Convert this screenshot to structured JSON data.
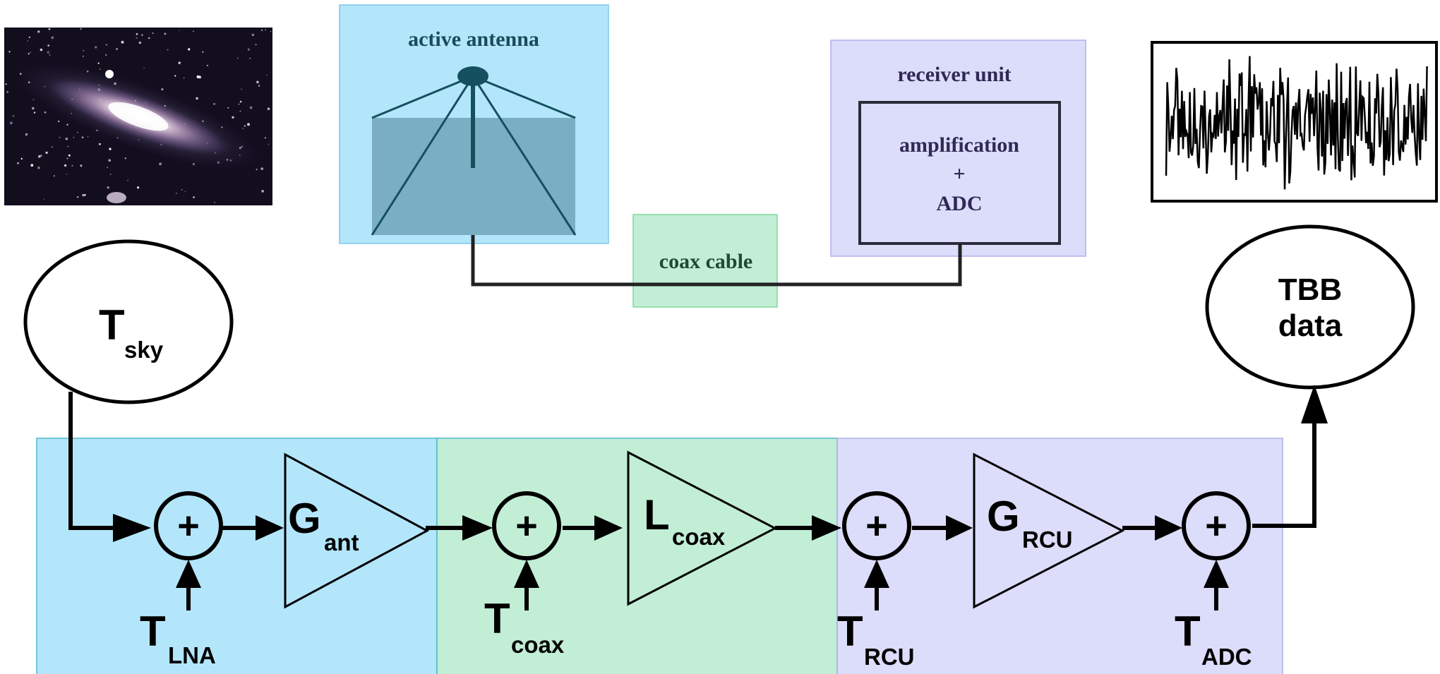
{
  "colors": {
    "antenna_section": "#b3e6fb",
    "coax_section": "#c2eed6",
    "receiver_section": "#dcdcfb",
    "antenna_ground": "#7aaec3",
    "line": "#000000"
  },
  "galaxy_image": {
    "icon": "galaxy-photo"
  },
  "hardware": {
    "antenna_label": "active antenna",
    "coax_label": "coax cable",
    "receiver_label": "receiver unit",
    "receiver_inner_line1": "amplification",
    "receiver_inner_line2": "+",
    "receiver_inner_line3": "ADC"
  },
  "waveform": {
    "icon": "time-series-signal"
  },
  "signal_chain": {
    "source": {
      "symbol": "T",
      "subscript": "sky"
    },
    "output": {
      "line1": "TBB",
      "line2": "data"
    },
    "sum_symbol": "+",
    "noise_inputs": [
      {
        "symbol": "T",
        "subscript": "LNA"
      },
      {
        "symbol": "T",
        "subscript": "coax"
      },
      {
        "symbol": "T",
        "subscript": "RCU"
      },
      {
        "symbol": "T",
        "subscript": "ADC"
      }
    ],
    "gain_stages": [
      {
        "symbol": "G",
        "subscript": "ant"
      },
      {
        "symbol": "L",
        "subscript": "coax"
      },
      {
        "symbol": "G",
        "subscript": "RCU"
      }
    ]
  }
}
